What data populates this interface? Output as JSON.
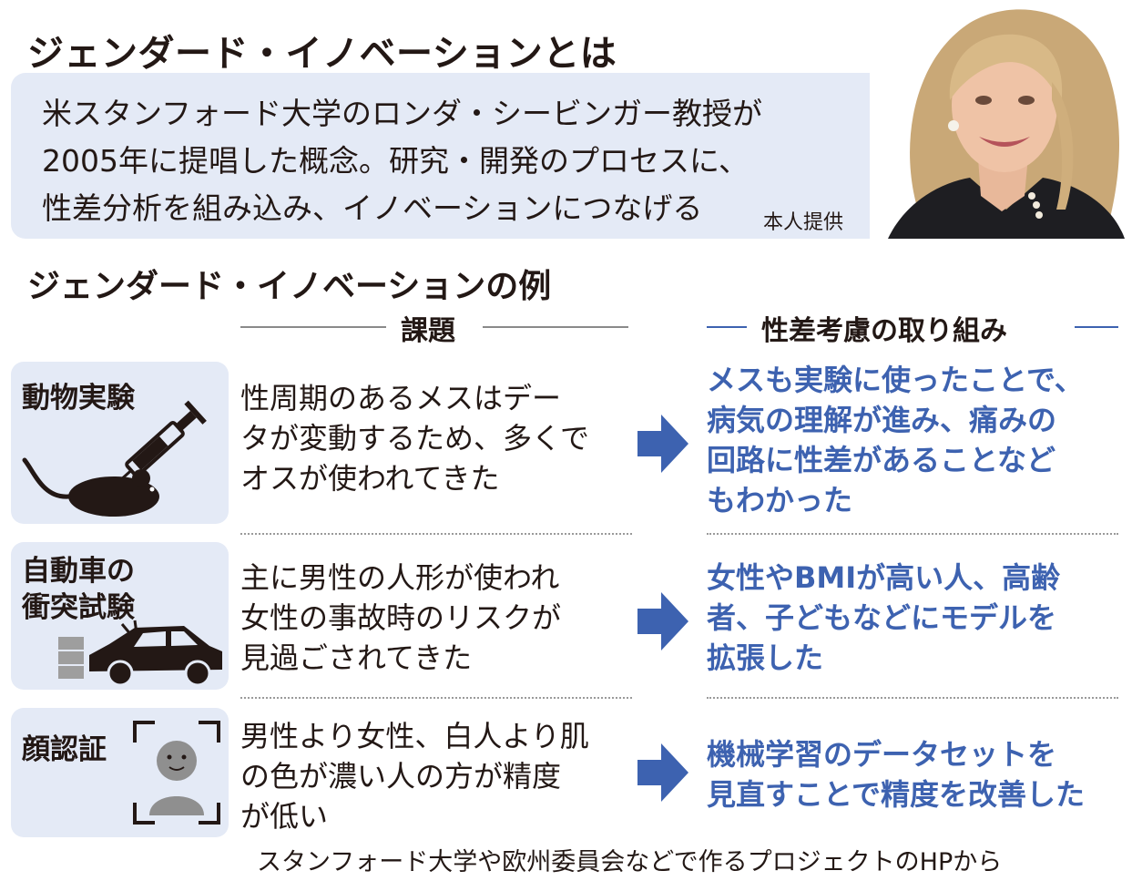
{
  "title": "ジェンダード・イノベーションとは",
  "definition": {
    "lines": [
      "米スタンフォード大学のロンダ・シービンガー教授が",
      "2005年に提唱した概念。研究・開発のプロセスに、",
      "性差分析を組み込み、イノベーションにつなげる"
    ],
    "photo_credit": "本人提供"
  },
  "examples_title": "ジェンダード・イノベーションの例",
  "headers": {
    "issue": "課題",
    "solution": "性差考慮の取り組み"
  },
  "rows": [
    {
      "category": [
        "動物実験"
      ],
      "icon": "mouse-syringe-icon",
      "issue": [
        "性周期のあるメスはデー",
        "タが変動するため、多くで",
        "オスが使われてきた"
      ],
      "solution": [
        "メスも実験に使ったことで、",
        "病気の理解が進み、痛みの",
        "回路に性差があることなど",
        "もわかった"
      ]
    },
    {
      "category": [
        "自動車の",
        "衝突試験"
      ],
      "icon": "car-crash-icon",
      "issue": [
        "主に男性の人形が使われ",
        "女性の事故時のリスクが",
        "見過ごされてきた"
      ],
      "solution": [
        "女性やBMIが高い人、高齢",
        "者、子どもなどにモデルを",
        "拡張した"
      ]
    },
    {
      "category": [
        "顔認証"
      ],
      "icon": "face-scan-icon",
      "issue": [
        "男性より女性、白人より肌",
        "の色が濃い人の方が精度",
        "が低い"
      ],
      "solution": [
        "機械学習のデータセットを",
        "見直すことで精度を改善した"
      ]
    }
  ],
  "footer": "スタンフォード大学や欧州委員会などで作るプロジェクトのHPから",
  "colors": {
    "accent": "#3d62b0",
    "panel": "#e4eaf6",
    "text": "#231815"
  }
}
